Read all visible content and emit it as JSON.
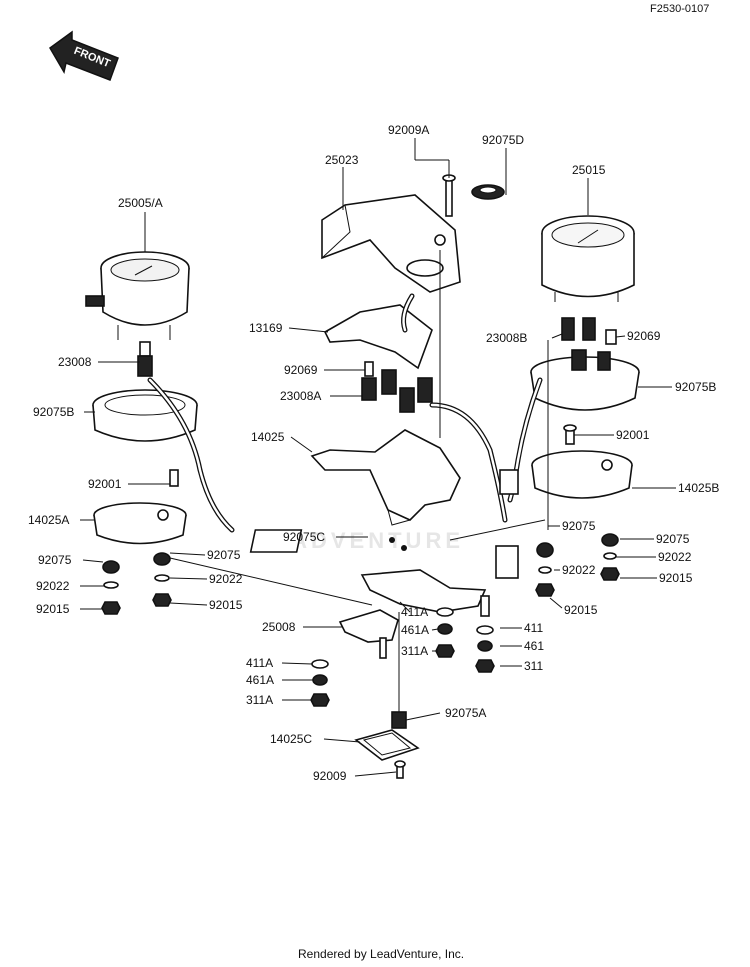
{
  "ref_code": "F2530-0107",
  "front_label": "FRONT",
  "watermark": "LEADVENTURE",
  "footer": "Rendered by LeadVenture, Inc.",
  "labels": {
    "p25005A": "25005/A",
    "p23008": "23008",
    "p92075B_l": "92075B",
    "p92001_l": "92001",
    "p14025A": "14025A",
    "p92075_l1": "92075",
    "p92075_l2": "92075",
    "p92022_l1": "92022",
    "p92022_l2": "92022",
    "p92015_l1": "92015",
    "p92015_l2": "92015",
    "p25023": "25023",
    "p92009A": "92009A",
    "p92075D": "92075D",
    "p13169": "13169",
    "p92069_c": "92069",
    "p23008A": "23008A",
    "p14025": "14025",
    "p92075C": "92075C",
    "p25008": "25008",
    "p411A_c": "411A",
    "p461A_c": "461A",
    "p311A_c": "311A",
    "p411A_l": "411A",
    "p461A_l": "461A",
    "p311A_l": "311A",
    "p92075A": "92075A",
    "p14025C": "14025C",
    "p92009": "92009",
    "p25015": "25015",
    "p23008B": "23008B",
    "p92069_r": "92069",
    "p92075B_r": "92075B",
    "p92001_r": "92001",
    "p14025B": "14025B",
    "p92075_r1": "92075",
    "p92075_r2": "92075",
    "p92022_r": "92022",
    "p92022_r2": "92022",
    "p92015_r": "92015",
    "p92015_r2": "92015",
    "p411": "411",
    "p461": "461",
    "p311": "311"
  },
  "colors": {
    "ink": "#111111",
    "paper": "#ffffff"
  }
}
